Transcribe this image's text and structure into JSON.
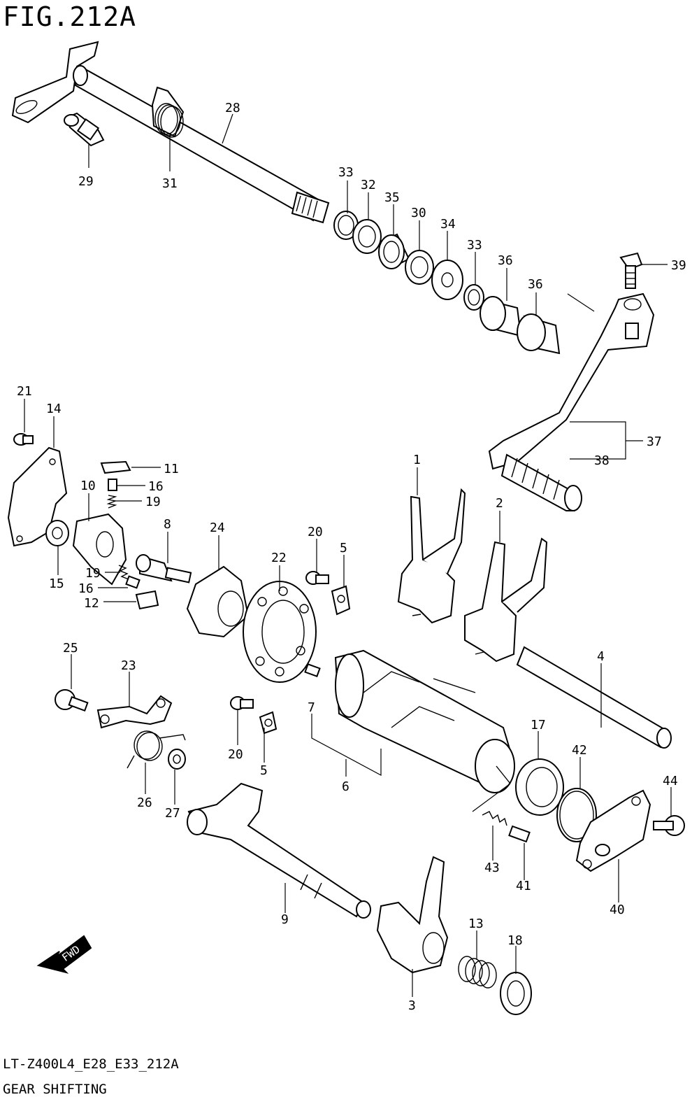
{
  "figure": {
    "title": "FIG.212A",
    "model_code": "LT-Z400L4_E28_E33_212A",
    "caption": "GEAR SHIFTING"
  },
  "fwd_arrow": {
    "label": "FWD"
  },
  "callouts": [
    "28",
    "29",
    "31",
    "33",
    "32",
    "35",
    "30",
    "34",
    "33",
    "36",
    "36",
    "39",
    "37",
    "38",
    "21",
    "14",
    "11",
    "16",
    "19",
    "10",
    "8",
    "24",
    "20",
    "5",
    "22",
    "1",
    "2",
    "15",
    "19",
    "16",
    "12",
    "4",
    "25",
    "23",
    "7",
    "20",
    "5",
    "6",
    "17",
    "42",
    "44",
    "26",
    "27",
    "43",
    "41",
    "40",
    "9",
    "13",
    "18",
    "3"
  ]
}
